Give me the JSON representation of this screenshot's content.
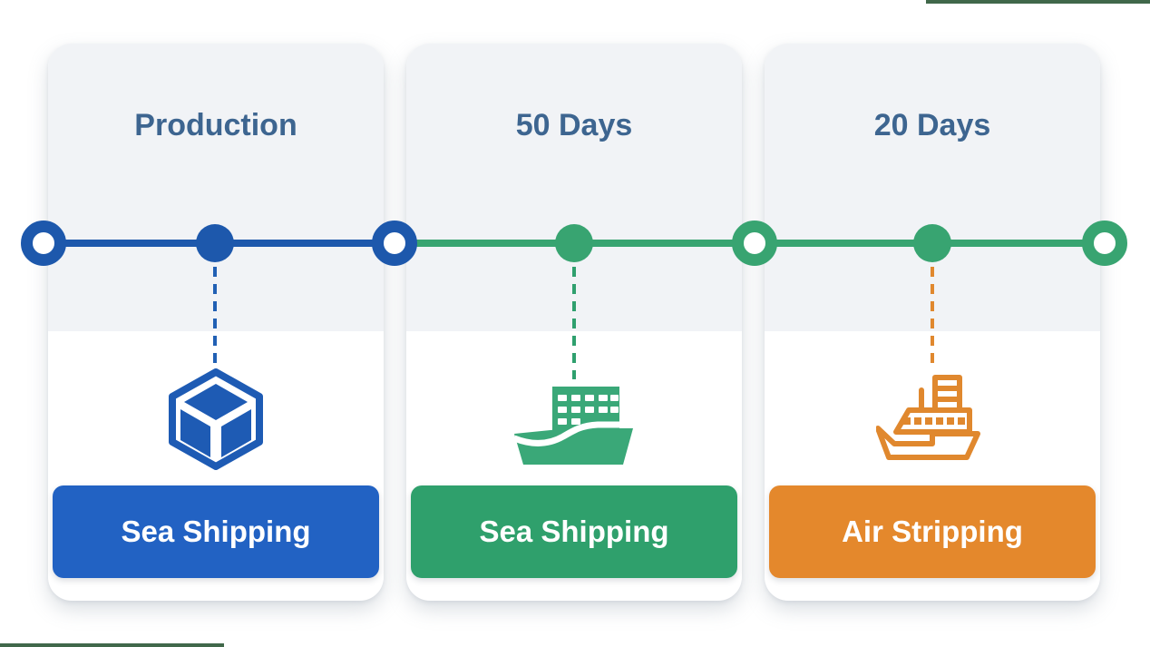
{
  "page": {
    "background": "#ffffff",
    "accent_bars": {
      "color": "#40684a",
      "positions": [
        "top-right",
        "bottom-left"
      ]
    }
  },
  "timeline": {
    "left_segment_color": "#1d58ac",
    "right_segment_color": "#38a471",
    "nodes": [
      {
        "shape": "ring",
        "color": "#1d58ac"
      },
      {
        "shape": "dot",
        "color": "#1d58ac"
      },
      {
        "shape": "ring",
        "color": "#1d58ac"
      },
      {
        "shape": "dot",
        "color": "#38a471"
      },
      {
        "shape": "ring",
        "color": "#38a471"
      },
      {
        "shape": "dot",
        "color": "#38a471"
      },
      {
        "shape": "ring",
        "color": "#38a471"
      }
    ]
  },
  "stages": [
    {
      "title": "Production",
      "icon": "package-cube-icon",
      "icon_color": "#1e5bb4",
      "connector_color": "#2160b4",
      "button_label": "Sea Shipping",
      "button_color": "#2262c3"
    },
    {
      "title": "50 Days",
      "icon": "cargo-ship-icon",
      "icon_color": "#3aa878",
      "connector_color": "#2fa06e",
      "button_label": "Sea Shipping",
      "button_color": "#2fa06c"
    },
    {
      "title": "20 Days",
      "icon": "steam-ship-icon",
      "icon_color": "#e0882e",
      "connector_color": "#e0882e",
      "button_label": "Air Stripping",
      "button_color": "#e4882c"
    }
  ],
  "colors": {
    "card_header_bg": "#f1f3f6",
    "card_bg": "#ffffff",
    "title_text": "#3d6590",
    "button_text": "#ffffff"
  }
}
